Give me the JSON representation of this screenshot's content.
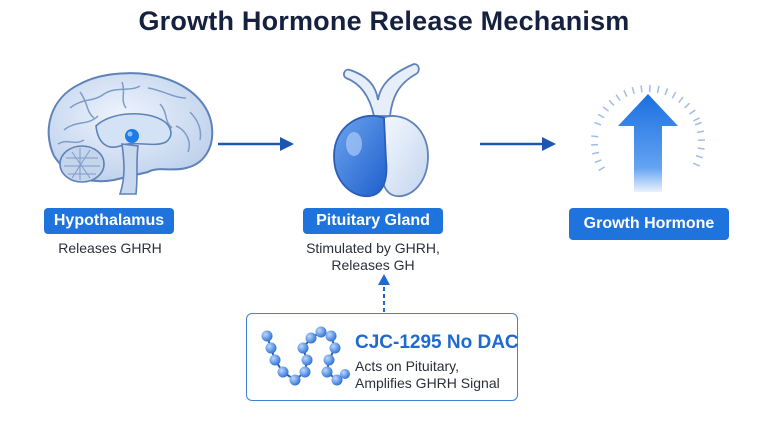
{
  "title": "Growth Hormone Release Mechanism",
  "nodes": {
    "hypothalamus": {
      "label": "Hypothalamus",
      "desc": [
        "Releases GHRH"
      ]
    },
    "pituitary": {
      "label": "Pituitary Gland",
      "desc": [
        "Stimulated by GHRH,",
        "Releases GH"
      ]
    },
    "growth_hormone": {
      "label": "Growth Hormone"
    }
  },
  "callout": {
    "title": "CJC-1295 No DAC",
    "desc": [
      "Acts on Pituitary,",
      "Amplifies GHRH Signal"
    ]
  },
  "icons": {
    "brain": "brain-icon",
    "pituitary": "pituitary-gland-icon",
    "growth": "up-arrow-icon",
    "peptide": "peptide-chain-icon"
  },
  "colors": {
    "accent": "#1e74dc",
    "arrow": "#1b56b5",
    "title": "#15213f"
  }
}
